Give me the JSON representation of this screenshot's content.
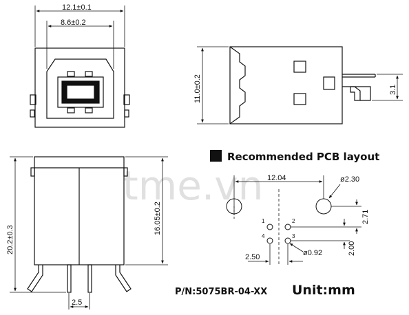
{
  "watermark": "tme.vn",
  "front_view": {
    "dim_outer_width": "12.1±0.1",
    "dim_inner_width": "8.6±0.2"
  },
  "side_view": {
    "dim_height": "11.0±0.2",
    "dim_pin_offset": "3.1"
  },
  "bottom_view": {
    "dim_total_height": "20.2±0.3",
    "dim_body_height": "16.05±0.2",
    "dim_pin_pitch": "2.5"
  },
  "pcb_layout": {
    "heading": "Recommended PCB layout",
    "dim_mount_spacing": "12.04",
    "dim_mount_hole": "ø2.30",
    "dim_vertical_offset": "2.71",
    "dim_row_spacing": "2.00",
    "dim_col_spacing": "2.50",
    "dim_pin_hole": "ø0.92",
    "pin_labels": [
      "1",
      "2",
      "3",
      "4"
    ]
  },
  "part_number": "P/N:5075BR-04-XX",
  "unit_label": "Unit:mm"
}
